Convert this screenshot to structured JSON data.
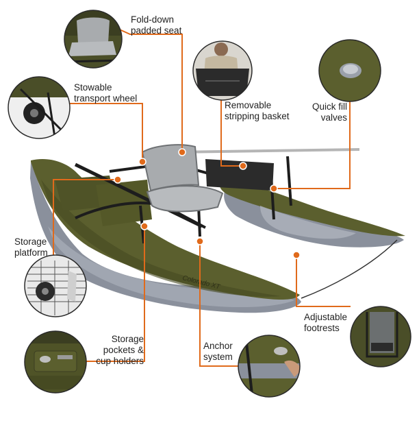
{
  "product": {
    "hull_text": "Colorado XT",
    "colors": {
      "hull_olive": "#5b5f2e",
      "hull_olive_dark": "#464a22",
      "tube_gray": "#8a909c",
      "tube_gray_light": "#b3b8c2",
      "seat_gray": "#a8abae",
      "frame_black": "#1d1d1d",
      "callout_orange": "#e06a1b"
    }
  },
  "callouts": [
    {
      "id": "seat",
      "lines": [
        "Fold-down",
        "padded seat"
      ]
    },
    {
      "id": "basket",
      "lines": [
        "Removable",
        "stripping basket"
      ]
    },
    {
      "id": "valves",
      "lines": [
        "Quick fill",
        "valves"
      ]
    },
    {
      "id": "wheel",
      "lines": [
        "Stowable",
        "transport wheel"
      ]
    },
    {
      "id": "platform",
      "lines": [
        "Storage",
        "platform"
      ]
    },
    {
      "id": "pockets",
      "lines": [
        "Storage",
        "pockets &",
        "cup holders"
      ]
    },
    {
      "id": "anchor",
      "lines": [
        "Anchor",
        "system"
      ]
    },
    {
      "id": "footrests",
      "lines": [
        "Adjustable",
        "footrests"
      ]
    }
  ]
}
